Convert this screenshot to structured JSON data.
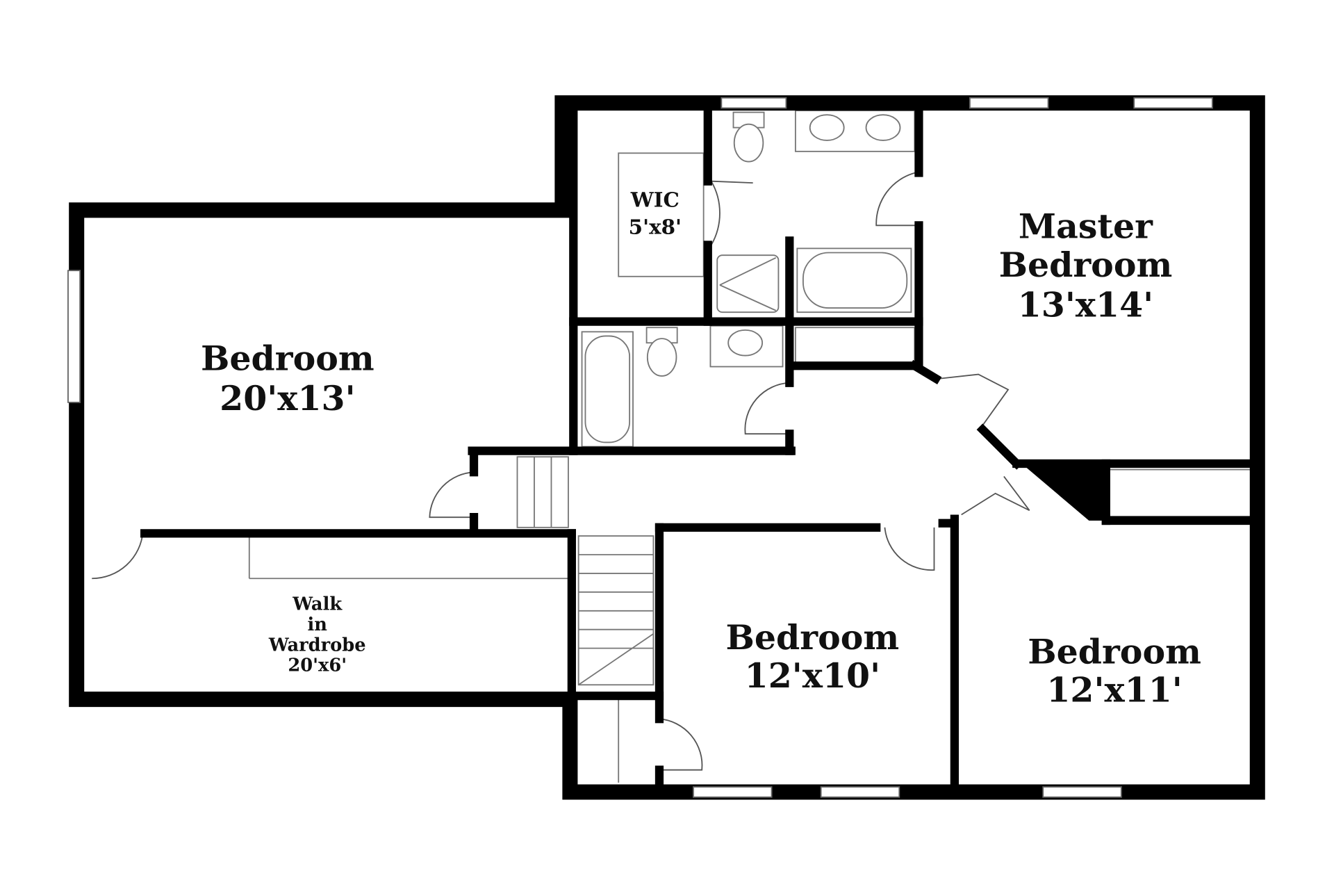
{
  "rooms": {
    "bedroom_large": {
      "name": "Bedroom",
      "size": "20'x13'"
    },
    "wic": {
      "name": "WIC",
      "size": "5'x8'"
    },
    "master": {
      "name_line1": "Master",
      "name_line2": "Bedroom",
      "size": "13'x14'"
    },
    "walk_in_wardrobe": {
      "line1": "Walk",
      "line2": "in",
      "line3": "Wardrobe",
      "size": "20'x6'"
    },
    "bedroom_middle": {
      "name": "Bedroom",
      "size": "12'x10'"
    },
    "bedroom_right": {
      "name": "Bedroom",
      "size": "12'x11'"
    }
  }
}
